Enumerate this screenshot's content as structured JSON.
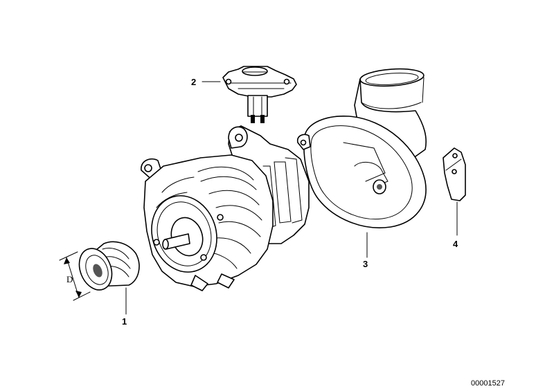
{
  "callouts": {
    "part_1": "1",
    "part_2": "2",
    "part_3": "3",
    "part_4": "4"
  },
  "dimension_label": "D",
  "reference_number": "00001527"
}
